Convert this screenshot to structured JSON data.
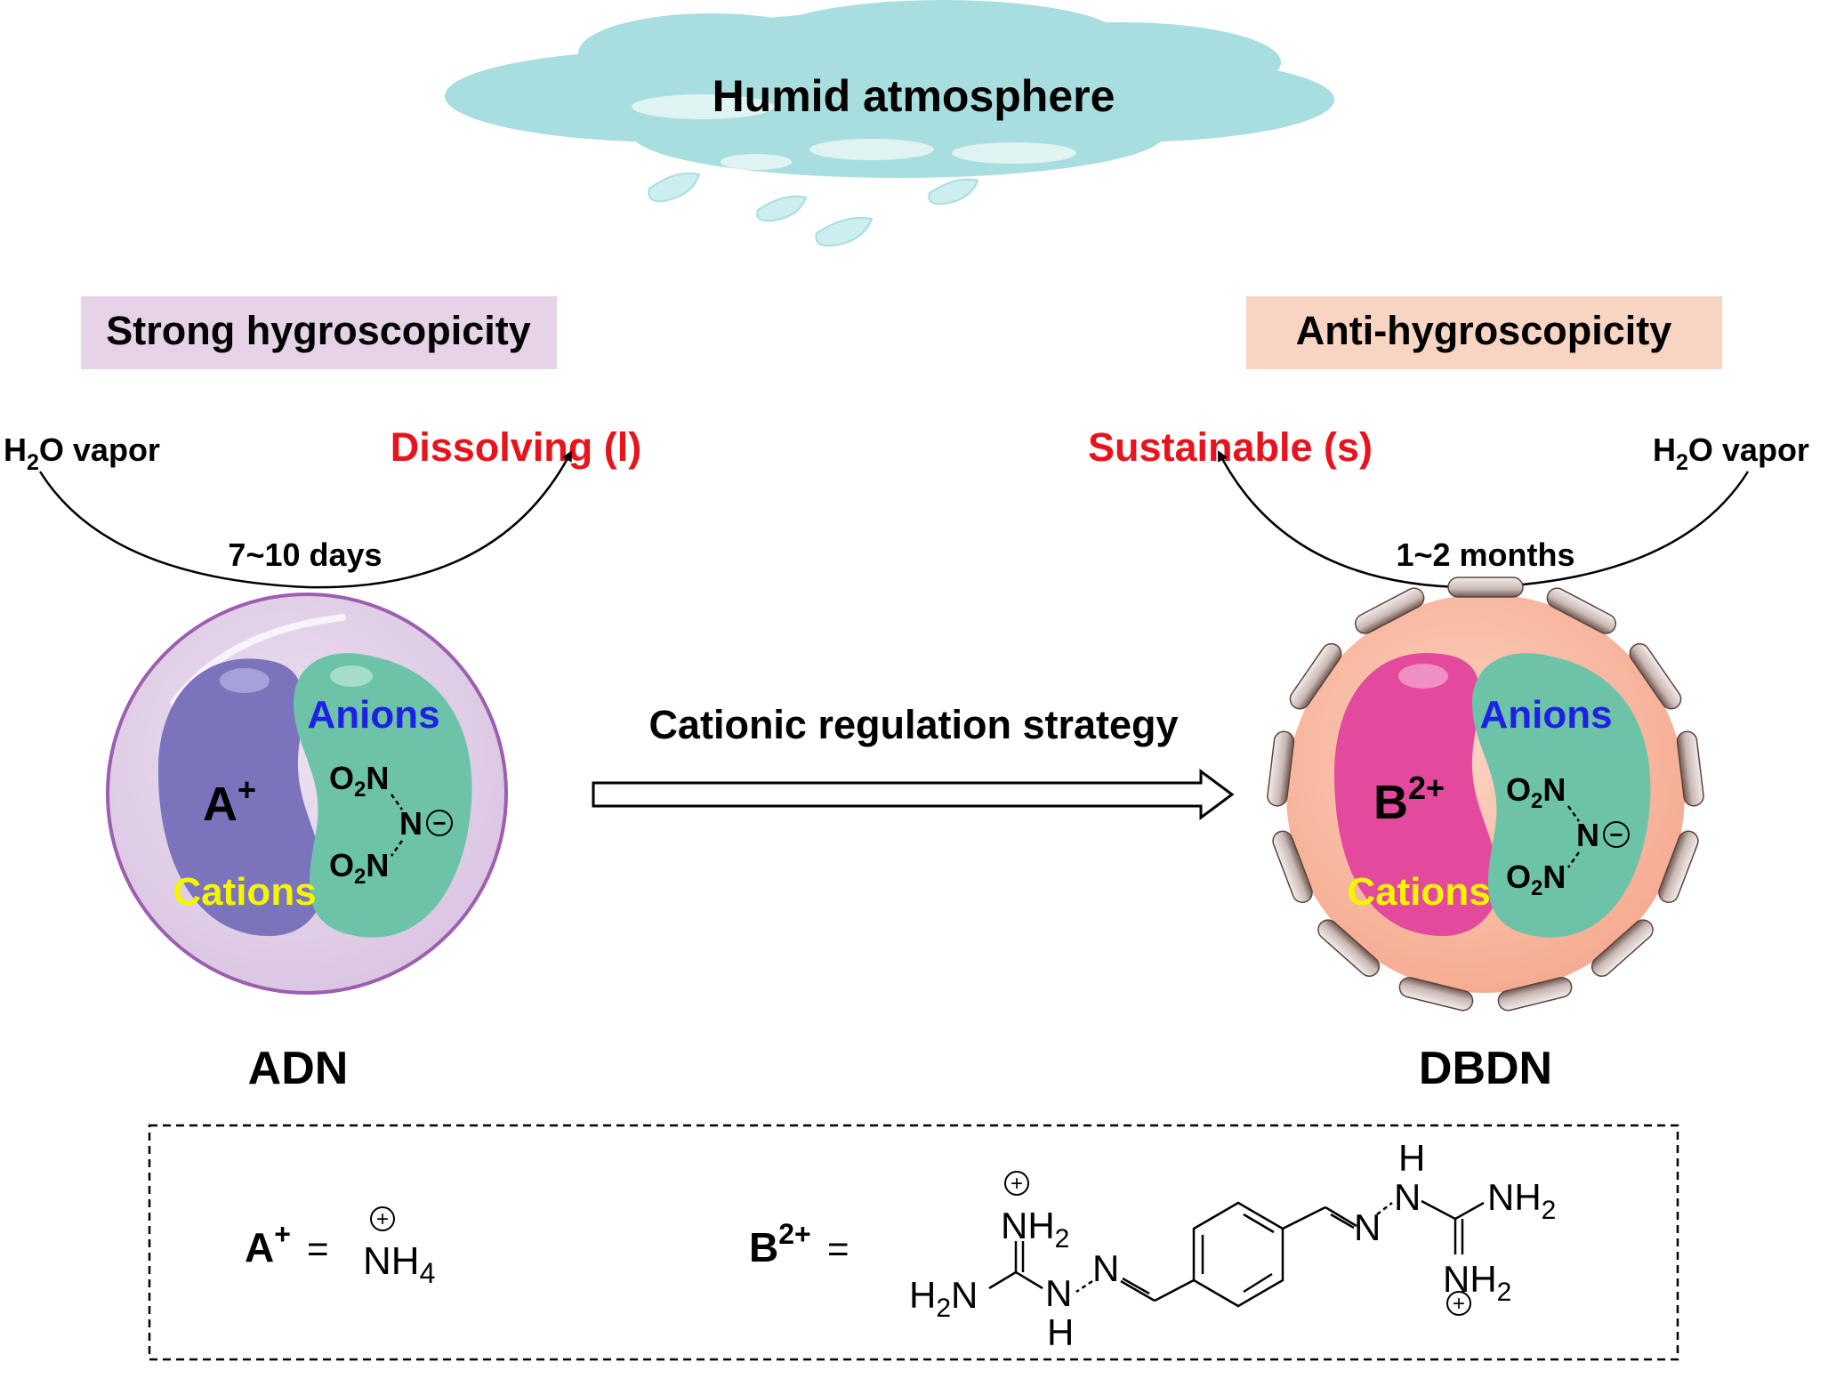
{
  "cloud": {
    "label": "Humid atmosphere"
  },
  "left": {
    "property_label": "Strong hygroscopicity",
    "vapor_main": "H",
    "vapor_sub": "2",
    "vapor_rest": "O vapor",
    "outcome": "Dissolving (l)",
    "duration": "7~10 days",
    "cation_symbol": "A",
    "cation_charge": "+",
    "anions_label": "Anions",
    "cations_label": "Cations",
    "name": "ADN"
  },
  "right": {
    "property_label": "Anti-hygroscopicity",
    "vapor_main": "H",
    "vapor_sub": "2",
    "vapor_rest": "O vapor",
    "outcome": "Sustainable (s)",
    "duration": "1~2 months",
    "cation_symbol": "B",
    "cation_charge": "2+",
    "anions_label": "Anions",
    "cations_label": "Cations",
    "name": "DBDN"
  },
  "anion": {
    "o2n_o": "O",
    "o2n_sub": "2",
    "o2n_n": "N",
    "center_n": "N",
    "minus": "−"
  },
  "middle": {
    "strategy": "Cationic regulation strategy"
  },
  "legend": {
    "a_symbol": "A",
    "a_charge": "+",
    "equals": "=",
    "nh": "NH",
    "nh4_sub": "4",
    "plus": "+",
    "b_symbol": "B",
    "b_charge": "2+",
    "mol": {
      "nh": "NH",
      "h": "H",
      "n": "N",
      "sub2": "2",
      "h2n_h": "H",
      "h2n_n": "N"
    }
  },
  "colors": {
    "cloud": "#a8dedf",
    "left_label_bg": "#e6d3e8",
    "right_label_bg": "#f8d4c3",
    "red": "#e8131c",
    "blue": "#1f1fe6",
    "yellow": "#f5f500",
    "left_sphere": "#e2d0e8",
    "left_sphere_edge": "#9c5fb0",
    "cation_a": "#7b74bd",
    "anion_teal": "#6cc3a8",
    "right_sphere": "#f9b9a2",
    "cation_b": "#e34a9e",
    "shell": "#b8a8a4"
  }
}
